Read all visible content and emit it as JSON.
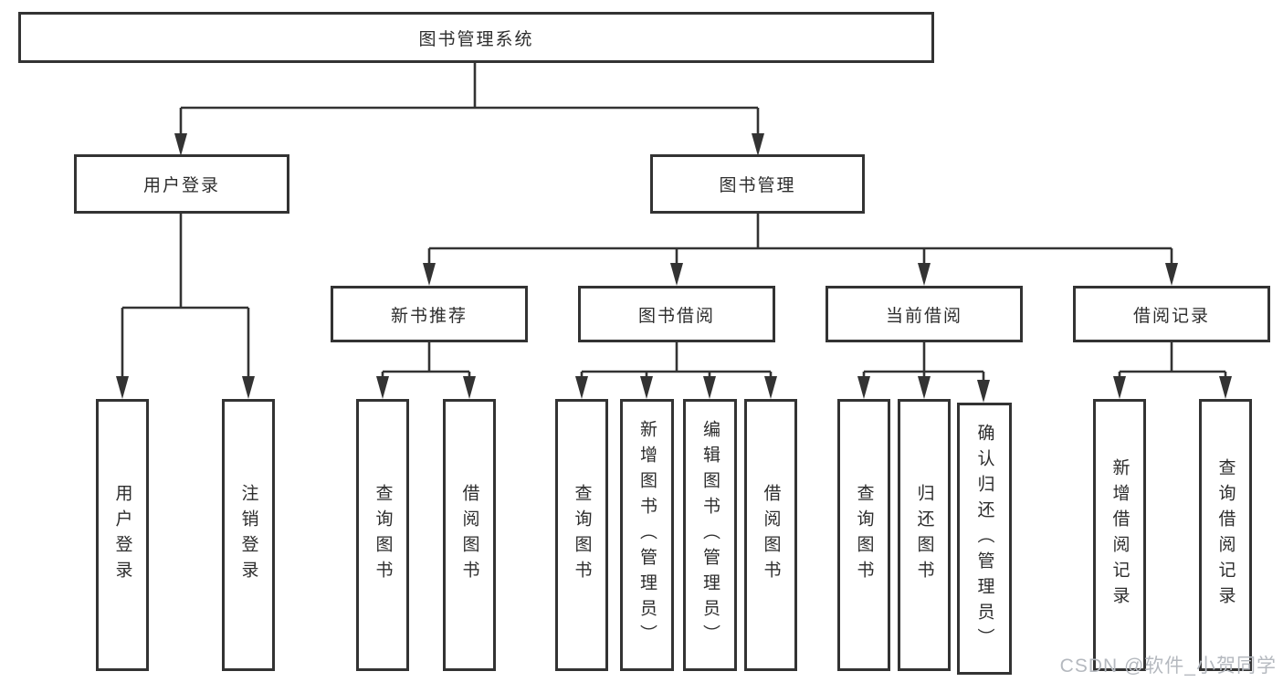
{
  "diagram": {
    "title_note": "functional structure chart",
    "root": {
      "label": "图书管理系统"
    },
    "level2": [
      {
        "id": "user-login",
        "label": "用户登录"
      },
      {
        "id": "book-management",
        "label": "图书管理"
      }
    ],
    "level3": [
      {
        "id": "new-book-recommend",
        "label": "新书推荐",
        "parent": "book-management"
      },
      {
        "id": "book-borrowing",
        "label": "图书借阅",
        "parent": "book-management"
      },
      {
        "id": "current-borrowing",
        "label": "当前借阅",
        "parent": "book-management"
      },
      {
        "id": "borrowing-records",
        "label": "借阅记录",
        "parent": "book-management"
      }
    ],
    "leaves": [
      {
        "id": "leaf-user-login",
        "label": "用户登录",
        "parent": "user-login"
      },
      {
        "id": "leaf-logout",
        "label": "注销登录",
        "parent": "user-login"
      },
      {
        "id": "leaf-query-books-1",
        "label": "查询图书",
        "parent": "new-book-recommend"
      },
      {
        "id": "leaf-borrow-books-1",
        "label": "借阅图书",
        "parent": "new-book-recommend"
      },
      {
        "id": "leaf-query-books-2",
        "label": "查询图书",
        "parent": "book-borrowing"
      },
      {
        "id": "leaf-add-books-admin",
        "label": "新增图书（管理员）",
        "parent": "book-borrowing"
      },
      {
        "id": "leaf-edit-books-admin",
        "label": "编辑图书（管理员）",
        "parent": "book-borrowing"
      },
      {
        "id": "leaf-borrow-books-2",
        "label": "借阅图书",
        "parent": "book-borrowing"
      },
      {
        "id": "leaf-query-books-3",
        "label": "查询图书",
        "parent": "current-borrowing"
      },
      {
        "id": "leaf-return-books",
        "label": "归还图书",
        "parent": "current-borrowing"
      },
      {
        "id": "leaf-confirm-return-admin",
        "label": "确认归还（管理员）",
        "parent": "current-borrowing"
      },
      {
        "id": "leaf-add-borrow-record",
        "label": "新增借阅记录",
        "parent": "borrowing-records"
      },
      {
        "id": "leaf-query-borrow-record",
        "label": "查询借阅记录",
        "parent": "borrowing-records"
      }
    ]
  },
  "colors": {
    "line": "#333333",
    "box_background": "#ffffff",
    "text": "#2d2d2d",
    "watermark": "#b5b9bf"
  },
  "watermark": {
    "text": "CSDN @软件_小贺同学"
  }
}
